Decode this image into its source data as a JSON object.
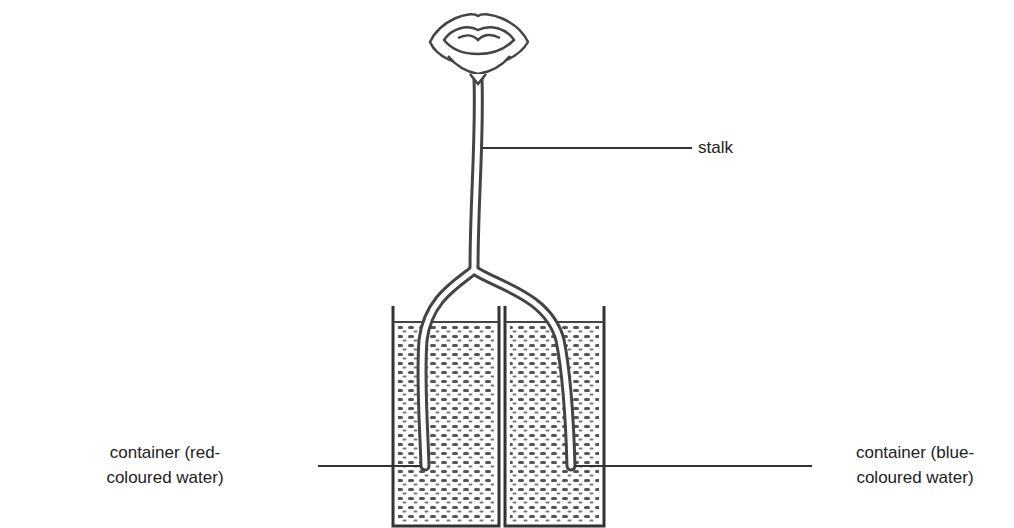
{
  "diagram": {
    "labels": [
      "stalk",
      "container (red-coloured water)",
      "container (blue-coloured water)"
    ]
  }
}
